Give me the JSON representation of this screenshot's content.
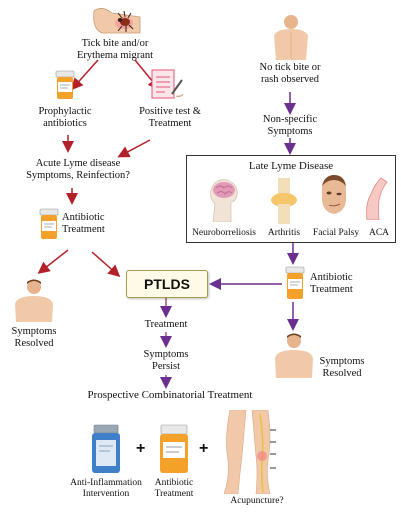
{
  "labels": {
    "tick_bite": "Tick bite and/or\nErythema migrant",
    "prophylactic": "Prophylactic\nantibiotics",
    "positive_test": "Positive test &\nTreatment",
    "acute": "Acute Lyme disease\nSymptoms, Reinfection?",
    "antibiotic_left": "Antibiotic\nTreatment",
    "symptoms_resolved_left": "Symptoms\nResolved",
    "no_tick": "No tick bite or\nrash observed",
    "nonspecific": "Non-specific\nSymptoms",
    "late_title": "Late Lyme Disease",
    "late_items": [
      "Neuroborreliosis",
      "Arthritis",
      "Facial Palsy",
      "ACA"
    ],
    "antibiotic_right": "Antibiotic\nTreatment",
    "symptoms_resolved_right": "Symptoms\nResolved",
    "ptlds": "PTLDS",
    "treatment": "Treatment",
    "symptoms_persist": "Symptoms\nPersist",
    "prospective": "Prospective Combinatorial Treatment",
    "anti_inflammation": "Anti-Inflammation\nIntervention",
    "antibiotic_bottom": "Antibiotic\nTreatment",
    "acupuncture": "Acupuncture?",
    "plus": "+"
  },
  "colors": {
    "red_arrow": "#b3202a",
    "purple_arrow": "#6a2f8f",
    "pill_orange": "#f4a12a",
    "skin": "#f1c9a8"
  }
}
